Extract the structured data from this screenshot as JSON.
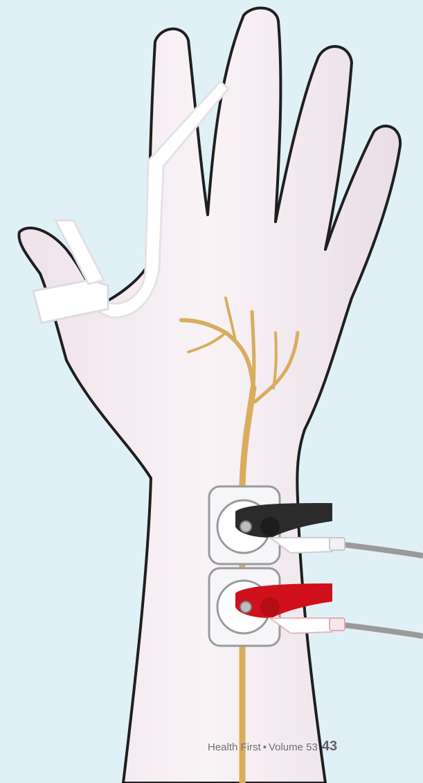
{
  "footer": {
    "publication": "Health First",
    "separator": "•",
    "volume": "Volume 53",
    "page_number": "43"
  },
  "colors": {
    "background": "#dff1f7",
    "skin": "#f7eef2",
    "outline": "#1f1f1f",
    "nerve": "#d8ad5e",
    "clip_black": "#2b2b2b",
    "clip_red": "#d0101a",
    "splint": "#ffffff",
    "cable": "#9a9a9a"
  }
}
